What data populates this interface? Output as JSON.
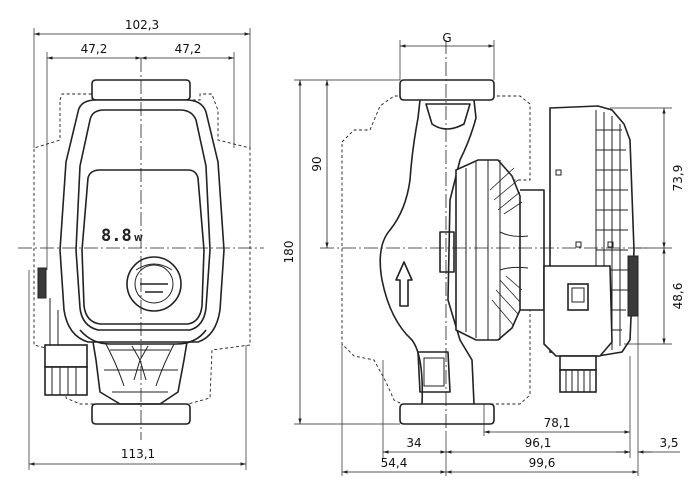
{
  "display": {
    "segment_value": "8.8",
    "unit": "W"
  },
  "dimensions": {
    "front_overall_top": "102,3",
    "front_half_left": "47,2",
    "front_half_right": "47,2",
    "front_overall_bottom": "113,1",
    "side_height_total": "180",
    "side_height_upper": "90",
    "side_thread": "G",
    "side_right_upper": "73,9",
    "side_right_lower": "48,6",
    "side_b1": "78,1",
    "side_b2_left": "34",
    "side_b2_right": "96,1",
    "side_b2_small": "3,5",
    "side_b3_left": "54,4",
    "side_b3_right": "99,6"
  }
}
